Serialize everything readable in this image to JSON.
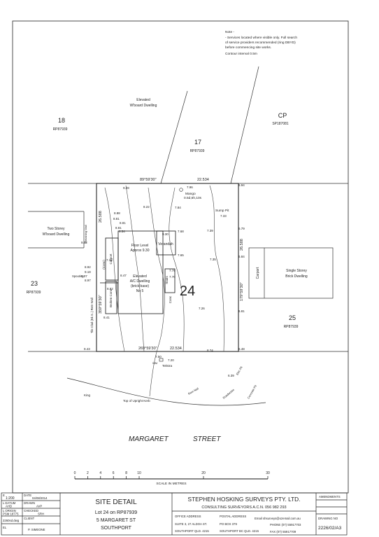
{
  "notes": {
    "heading": "Note -",
    "line1": "- Services located where visible only.  Full search",
    "line2": "of service providers recommended (ring DBYD)",
    "line3": "before commencing site works.",
    "line4": "Contour interval 0.5m"
  },
  "neighbours": {
    "lot18": {
      "num": "18",
      "plan": "RP87939"
    },
    "lot17": {
      "num": "17",
      "plan": "RP87939"
    },
    "cp": {
      "num": "CP",
      "plan": "SP187081"
    },
    "lot23": {
      "num": "23",
      "plan": "RP87939"
    },
    "lot25": {
      "num": "25",
      "plan": "RP87939"
    },
    "elevated_dwelling_l1": "Elevated",
    "elevated_dwelling_l2": "W'board Dwelling",
    "two_storey_l1": "Two Storey",
    "two_storey_l2": "W'board Dwelling",
    "single_storey_l1": "Single Storey",
    "single_storey_l2": "Brick Dwelling",
    "carport_right": "Carport"
  },
  "lot": {
    "number": "24",
    "bearing_top": "89°59'30\"",
    "distance_top": "22.534",
    "bearing_bottom": "269°59'30\"",
    "distance_bottom": "22.534",
    "side_left": "26.588",
    "side_right": "26.588",
    "bearing_right": "179°59'30\"",
    "bearing_left": "359°59'30\"",
    "left_services": "Tile Clad (Bk S..) Retn Wall",
    "spouting": "Spouting"
  },
  "house": {
    "floor_level_l1": "Floor Level",
    "floor_level_l2": "Approx 9.30",
    "desc_l1": "Elevated",
    "desc_l2": "A/C Dwelling",
    "desc_l3": "(brick base)",
    "desc_l4": "No 5",
    "verandah": "Verandah",
    "stairs": "Stairs",
    "carport": "Carport",
    "conc": "(Conc)",
    "conc2": "Conc",
    "broken_conc": "Broken Conc",
    "retaining": "Retaining Wall"
  },
  "levels": [
    "9.42",
    "8.92",
    "9.18",
    "9.07",
    "8.97",
    "8.82",
    "8.47",
    "8.41",
    "9.28",
    "8.81",
    "8.81",
    "8.81",
    "8.34",
    "9.30",
    "7.96",
    "7.84",
    "7.33",
    "7.68",
    "7.39",
    "7.35",
    "6.79",
    "6.84",
    "7.79",
    "7.70",
    "7.26",
    "6.81",
    "6.94",
    "9.43",
    "8.74",
    "6.48",
    "7.50",
    "7.20",
    "6.39",
    "8.22",
    "8.88",
    "7.65",
    "7.13"
  ],
  "misc": {
    "mango_l1": "Mango",
    "mango_l2": "0.5d,6h,10s",
    "sump": "Sump Pit",
    "telstra": "Telstra",
    "wm": "WM",
    "top_kerb": "Top of Upright Kerb",
    "king": "King",
    "rom_nail": "Rom Nail",
    "roadworks": "Roadworks",
    "elec_pit": "Elec Pit",
    "concrete_pit": "Concrete Pit"
  },
  "street": {
    "name_1": "MARGARET",
    "name_2": "STREET"
  },
  "scale": {
    "ticks": [
      "0",
      "2",
      "4",
      "6",
      "8",
      "10",
      "20",
      "30"
    ],
    "label": "SCALE IN METRES"
  },
  "titleblock": {
    "scale_label": "E",
    "scale_value": "1:200",
    "date_label": "DATE",
    "date_value": "04/08/2014",
    "datum_label": "L DATUM",
    "datum_value": "AHD",
    "drawn_label": "DRAWN",
    "drawn_value": "AVP",
    "origin_label": "L ORIGIN",
    "origin_value": "PSM 18775",
    "checked_label": "CHECKED",
    "checked_value": "SRH",
    "file_value": "2260sd.dwg",
    "client_label": "CLIENT",
    "client_value": "P. SIMEONE",
    "el_label": "EL",
    "sheet_title": "SITE DETAIL",
    "lot_line": "Lot 24 on RP87939",
    "address_line": "5 MARGARET ST",
    "suburb_line": "SOUTHPORT",
    "firm": "STEPHEN HOSKING SURVEYS PTY. LTD.",
    "firm_sub": "CONSULTING SURVEYORS  A.C.N. 056 982 293",
    "office_label": "OFFICE ADDRESS",
    "office_l1": "SUITE 3, 27 ALDOA ST.",
    "office_l2": "SOUTHPORT QLD. 4215",
    "postal_label": "POSTAL ADDRESS",
    "postal_l1": "PO BOX 379",
    "postal_l2": "SOUTHPORT BC QLD. 4215",
    "email": "Email  shsurveys@ozemail.com.au",
    "phone": "PHONE  (07) 55917703",
    "fax": "FAX  (07) 55917709",
    "amendments": "AMENDMENTS",
    "drawing_no_label": "DRAWING NO",
    "drawing_no": "2226/02/A3"
  }
}
